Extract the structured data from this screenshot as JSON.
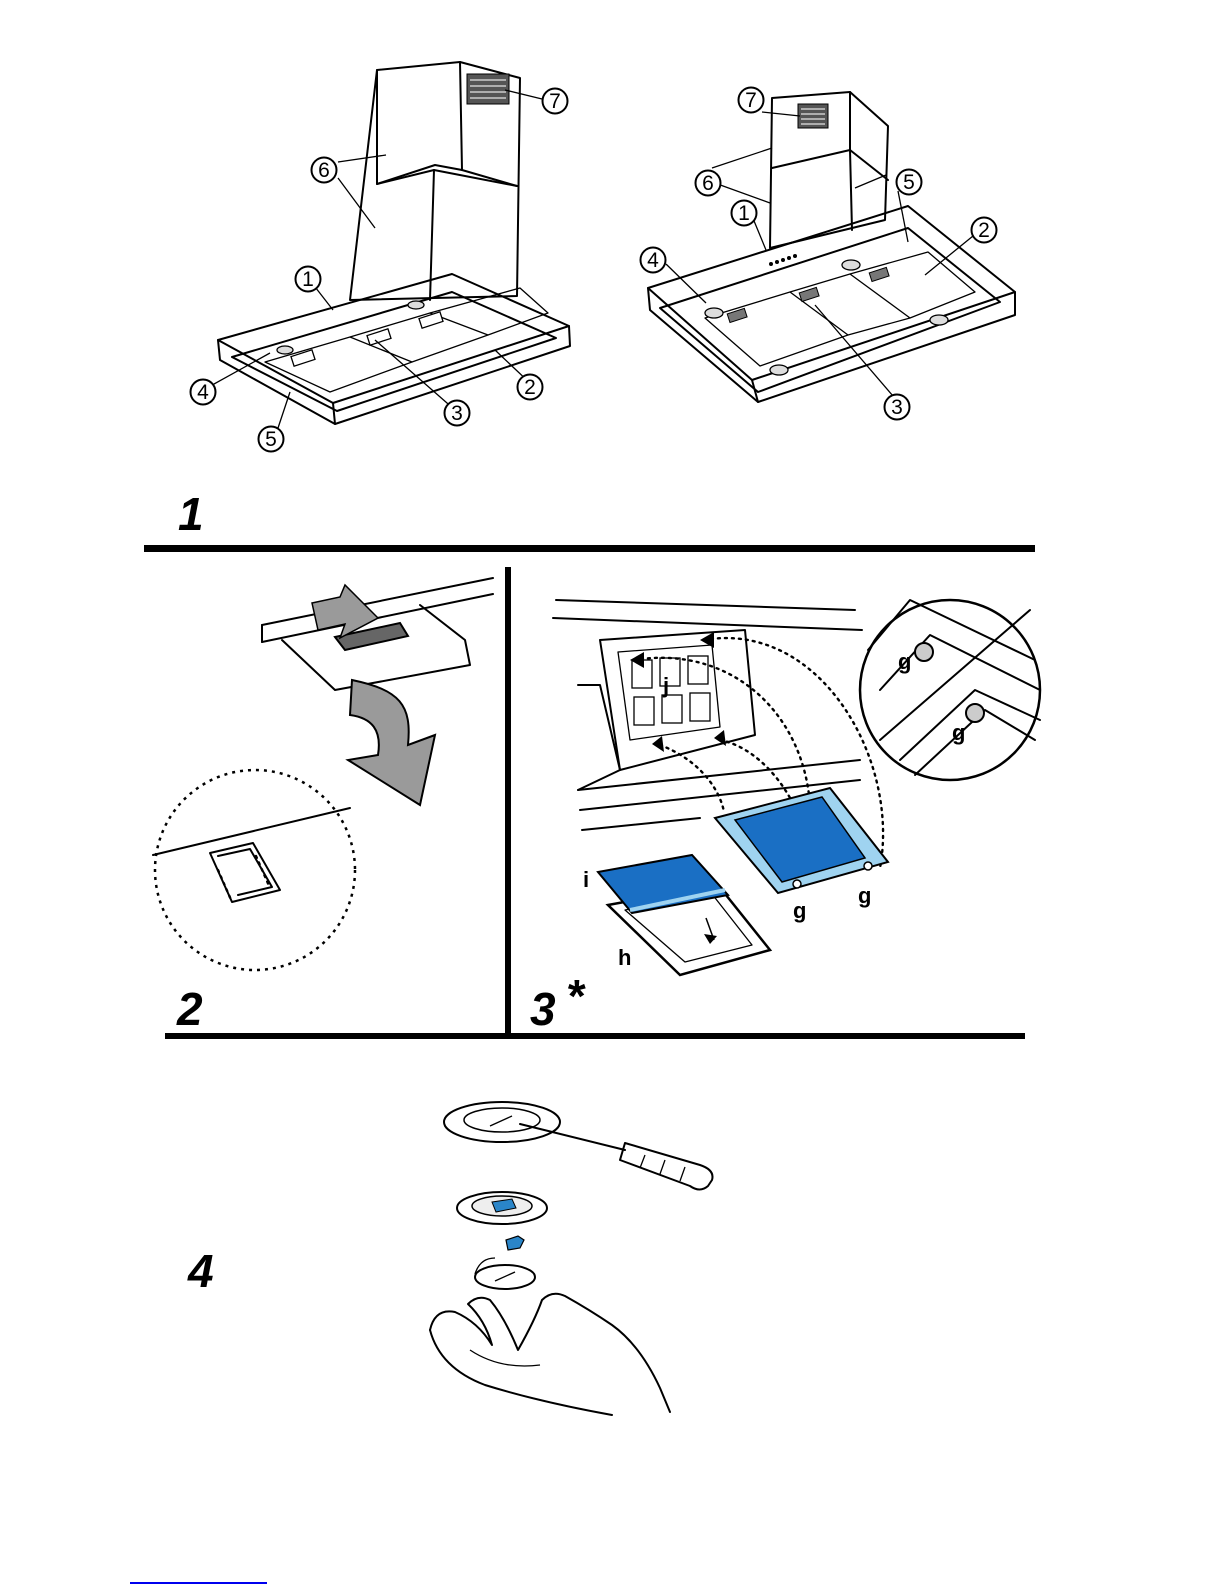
{
  "steps": {
    "s1": "1",
    "s2": "2",
    "s3": "3",
    "s3_mark": "*",
    "s4": "4"
  },
  "callouts": {
    "left": [
      "1",
      "2",
      "3",
      "4",
      "5",
      "6",
      "7"
    ],
    "right": [
      "1",
      "2",
      "3",
      "4",
      "5",
      "6",
      "7"
    ]
  },
  "filter_letters": {
    "g": "g",
    "h": "h",
    "i": "i",
    "j": "j"
  },
  "colors": {
    "filter_blue": "#1a6fc4",
    "filter_frame_light": "#9fd3f0",
    "arrow_gray": "#9a9a9a",
    "bulb_blue": "#2a85c8",
    "footer_link_blue": "#0000ee"
  }
}
